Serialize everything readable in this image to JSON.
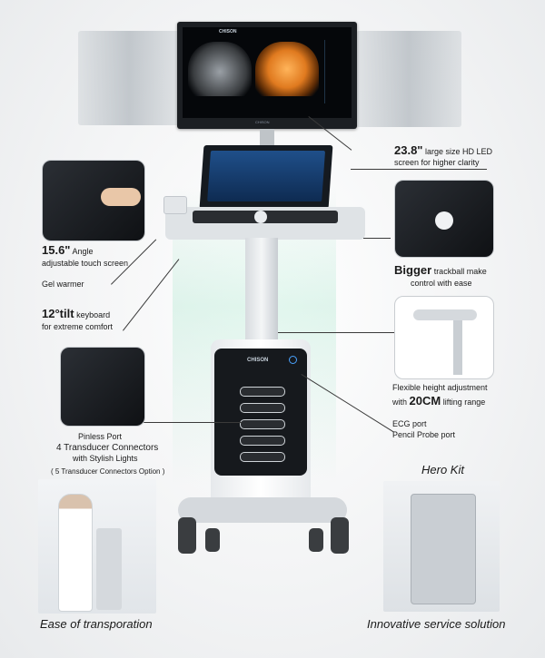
{
  "brand": "CHISON",
  "features": {
    "screen_size": "23.8\"",
    "screen_desc_1": "large size HD LED",
    "screen_desc_2": "screen for higher clarity",
    "touch_size": "15.6\"",
    "touch_desc_1": "Angle",
    "touch_desc_2": "adjustable touch screen",
    "gel": "Gel warmer",
    "tilt": "12°tilt",
    "tilt_word": "keyboard",
    "tilt_desc": "for extreme comfort",
    "trackball_big": "Bigger",
    "trackball_desc_1": "trackball make",
    "trackball_desc_2": "control with ease",
    "height_desc_1": "Flexible height adjustment",
    "height_pre": "with",
    "height_value": "20CM",
    "height_post": "lifting range",
    "ecg": "ECG port",
    "pencil": "Pencil Probe port",
    "pinless": "Pinless Port",
    "connectors_1": "4 Transducer Connectors",
    "connectors_2": "with Stylish Lights",
    "connectors_3": "( 5 Transducer Connectors Option )"
  },
  "captions": {
    "hero_title": "Hero Kit",
    "transport": "Ease of transporation",
    "service": "Innovative service solution"
  },
  "icons": [
    "trackball-icon",
    "probe-icon",
    "power-icon"
  ],
  "colors": {
    "beam": "#aae6cd",
    "screen": "#05070a",
    "orange_scan": "#e07a1f"
  }
}
